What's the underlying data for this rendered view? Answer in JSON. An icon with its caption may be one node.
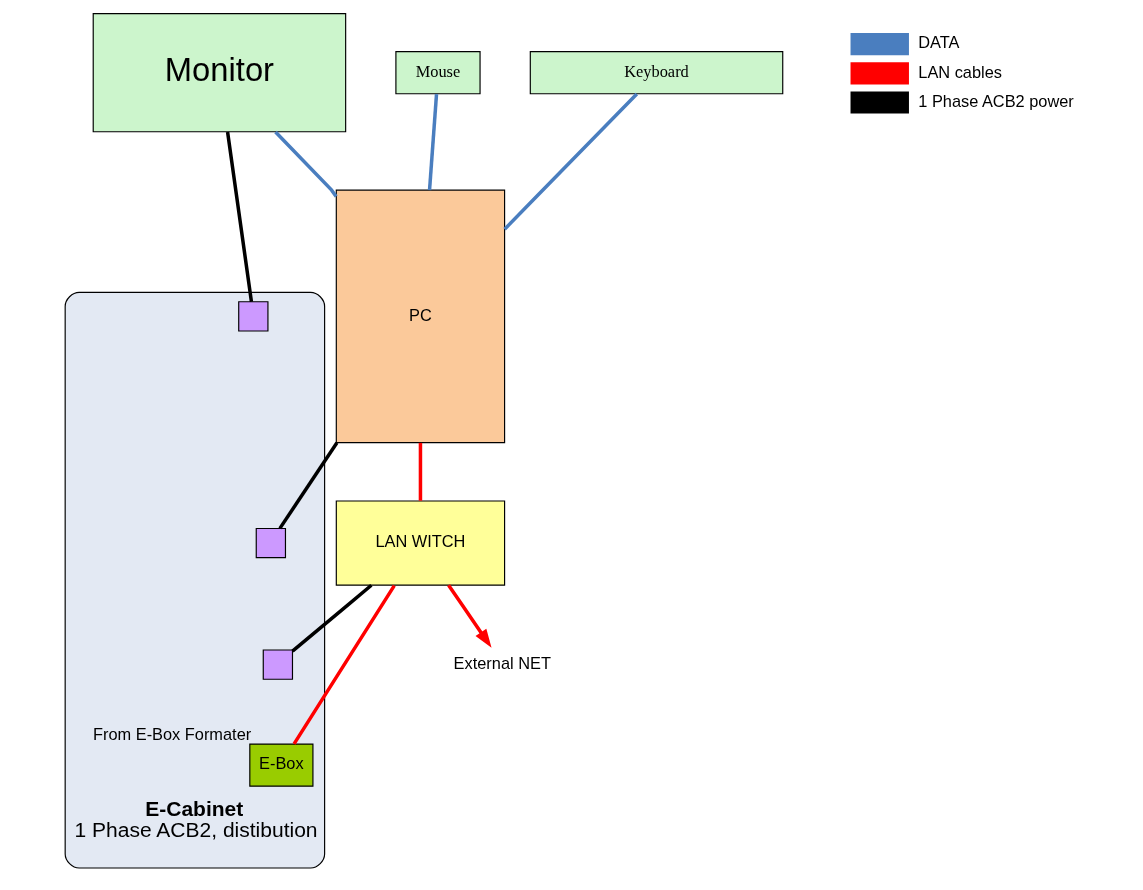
{
  "diagram": {
    "nodes": [
      {
        "text": [
          "Monitor"
        ]
      },
      {
        "text": [
          "Mouse"
        ]
      },
      {
        "text": [
          "Keyboard"
        ]
      },
      {
        "text": [
          "PC"
        ]
      },
      {
        "text": [
          "E-Cabinet",
          "1 Phase ACB2, distibution"
        ]
      },
      {
        "text": [],
        "shape": "box",
        "in": 4
      },
      {
        "text": [],
        "shape": "box",
        "in": 4
      },
      {
        "text": [],
        "shape": "box",
        "in": 4
      },
      {
        "text": [
          "E-Box"
        ],
        "in": 4,
        "beside": [
          "From E-Box Formater"
        ]
      },
      {
        "text": [
          "LAN WITCH"
        ]
      },
      {
        "text": [
          "External NET"
        ]
      }
    ],
    "edges": [
      {
        "from": 0,
        "to": 3,
        "arrow": "none",
        "color": "#4a7ebf"
      },
      {
        "from": 1,
        "to": 3,
        "arrow": "none",
        "color": "#4a7ebf"
      },
      {
        "from": 2,
        "to": 3,
        "arrow": "none",
        "color": "#4a7ebf"
      },
      {
        "from": 0,
        "to": 5,
        "arrow": "none",
        "color": "#000000"
      },
      {
        "from": 3,
        "to": 6,
        "arrow": "none",
        "color": "#000000"
      },
      {
        "from": 9,
        "to": 7,
        "arrow": "none",
        "color": "#000000"
      },
      {
        "from": 3,
        "to": 9,
        "arrow": "none",
        "color": "#ff0000"
      },
      {
        "from": 9,
        "to": 8,
        "arrow": "none",
        "color": "#ff0000"
      },
      {
        "from": 9,
        "to": 10,
        "arrow": "to",
        "color": "#ff0000"
      }
    ],
    "legend": [
      {
        "text": "DATA",
        "color": "#4a7ebf"
      },
      {
        "text": "LAN cables",
        "color": "#ff0000"
      },
      {
        "text": "1 Phase ACB2 power",
        "color": "#000000"
      }
    ]
  }
}
